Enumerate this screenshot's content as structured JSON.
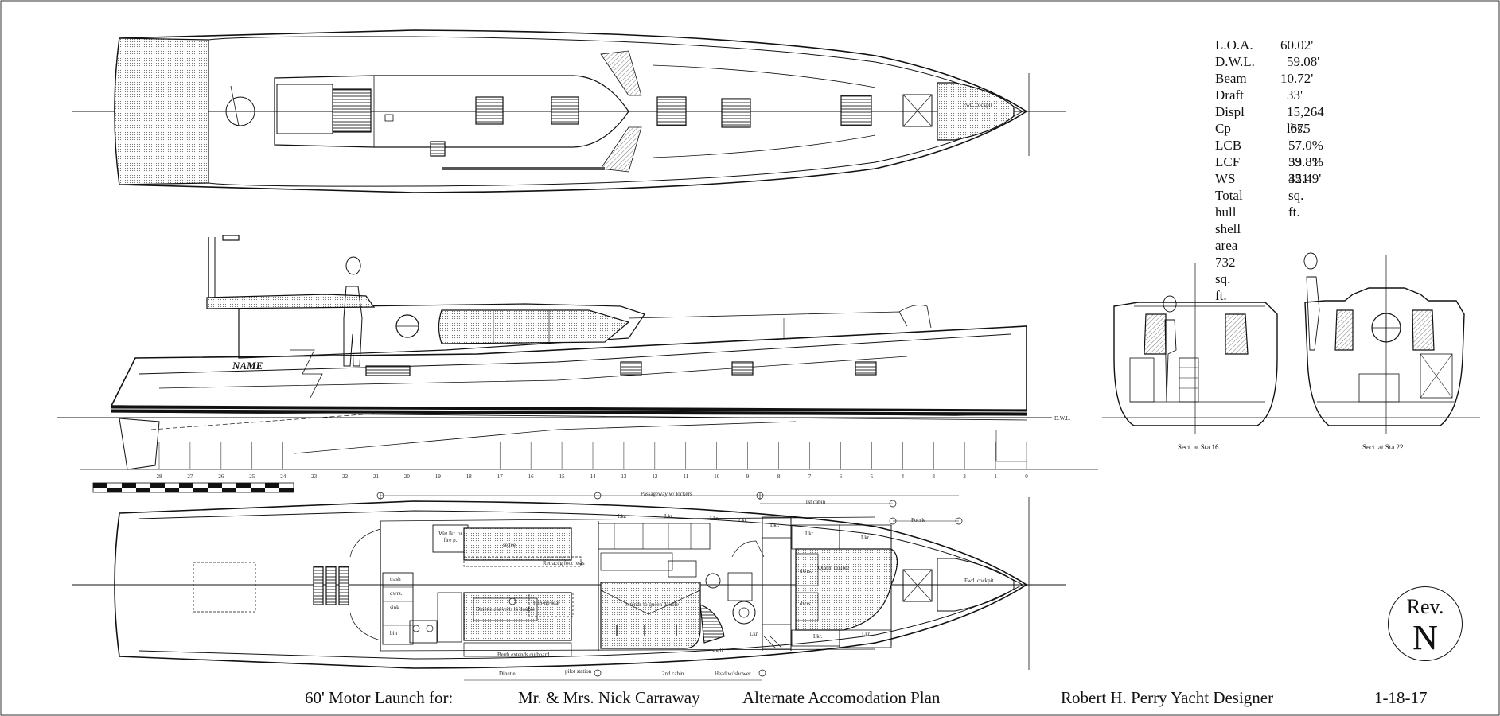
{
  "specs": [
    {
      "label": "L.O.A.",
      "value": "60.02'"
    },
    {
      "label": "D.W.L.",
      "value": "59.08'"
    },
    {
      "label": "Beam",
      "value": "10.72'"
    },
    {
      "label": "Draft",
      "value": "33'"
    },
    {
      "label": "Displ",
      "value": "15,264 lbs."
    },
    {
      "label": "Cp",
      "value": ".675"
    },
    {
      "label": "LCB",
      "value": "57.0%  33.81'"
    },
    {
      "label": "LCF",
      "value": "59.8%  35.49'"
    },
    {
      "label": "WS",
      "value": "421 sq. ft."
    }
  ],
  "spec_total": "Total hull shell area 732 sq. ft.",
  "title_block": {
    "vessel": "60' Motor Launch for:",
    "client": "Mr. & Mrs. Nick Carraway",
    "plan": "Alternate Accomodation Plan",
    "designer": "Robert H. Perry Yacht Designer",
    "date": "1-18-17"
  },
  "revision": {
    "label": "Rev.",
    "value": "N"
  },
  "sections": {
    "sta16": "Sect. at Sta 16",
    "sta22": "Sect. at Sta 22"
  },
  "hull_name": "NAME",
  "dwl_label": "D.W.L.",
  "stations": [
    "28",
    "27",
    "26",
    "25",
    "24",
    "23",
    "22",
    "21",
    "20",
    "19",
    "18",
    "17",
    "16",
    "15",
    "14",
    "13",
    "12",
    "11",
    "10",
    "9",
    "8",
    "7",
    "6",
    "5",
    "4",
    "3",
    "2",
    "1",
    "0"
  ],
  "deck_labels": {
    "fwd_cockpit": "Fwd. cockpit"
  },
  "plan_labels": {
    "passageway": "Passageway w/ lockers",
    "first_cabin": "1st cabin",
    "focsle": "Focsle",
    "wet_locker": "Wet lkr. or fire p.",
    "settee": "settee",
    "retract_foot_rests": "Retract'g foot rests",
    "trash": "trash",
    "drawers": "dwrs.",
    "sink": "sink",
    "bin": "bin",
    "dinette_converts": "Dinette converts to double",
    "flip_seat": "Flip-up seat",
    "extends_queen": "extends to queen double",
    "queen_double": "Queen double",
    "dwrs_a": "dwrs.",
    "dwrs_b": "dwrs.",
    "berth_extends": "Berth extends outboard",
    "pilot_station": "pilot station",
    "dinette": "Dinette",
    "second_cabin": "2nd cabin",
    "head_shower": "Head w/ shower",
    "shelf": "shelf",
    "fwd_cockpit": "Fwd. cockpit",
    "lkr": "Lkr."
  }
}
